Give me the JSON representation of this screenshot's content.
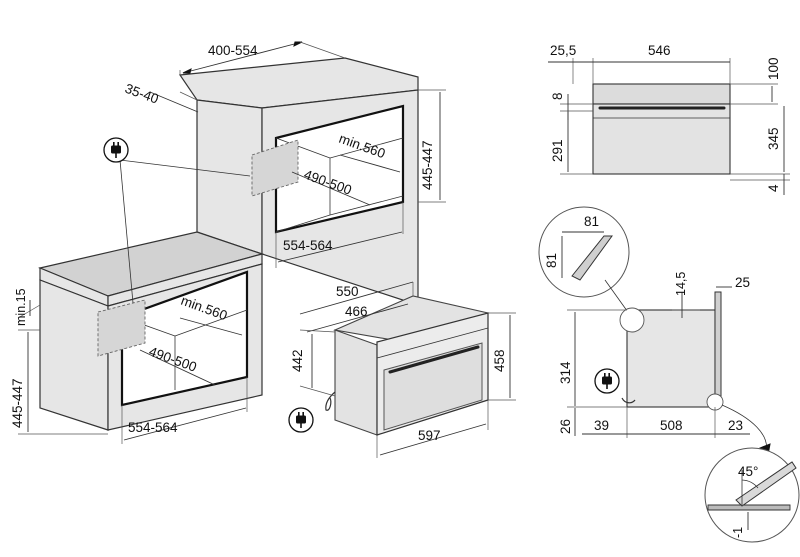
{
  "iso_labels": {
    "upper_depth": "400-554",
    "upper_gap": "35-40",
    "upper_min_depth": "min.560",
    "upper_height": "445-447",
    "upper_inner_width": "490-500",
    "upper_width": "554-564",
    "lower_clearance": "min.15",
    "lower_min_depth": "min.560",
    "lower_inner_width": "490-500",
    "lower_height": "445-447",
    "lower_width": "554-564"
  },
  "appliance_labels": {
    "depth_total": "550",
    "depth_body": "466",
    "height_body": "442",
    "height_total": "458",
    "width_front": "597"
  },
  "side_view": {
    "top_offset": "25,5",
    "depth": "546",
    "rear_height": "100",
    "panel": "8",
    "front_height": "291",
    "body_height": "345",
    "bottom": "4"
  },
  "detail": {
    "chamfer_h": "81",
    "chamfer_v": "81",
    "top_gap": "14,5",
    "side_gap": "25",
    "body_height": "314",
    "base": "26",
    "left_margin": "39",
    "width": "508",
    "right_margin": "23",
    "angle": "45°",
    "offset": "-1"
  },
  "icons": [
    "plug-socket-icon",
    "plug-socket-icon",
    "plug-socket-icon"
  ]
}
